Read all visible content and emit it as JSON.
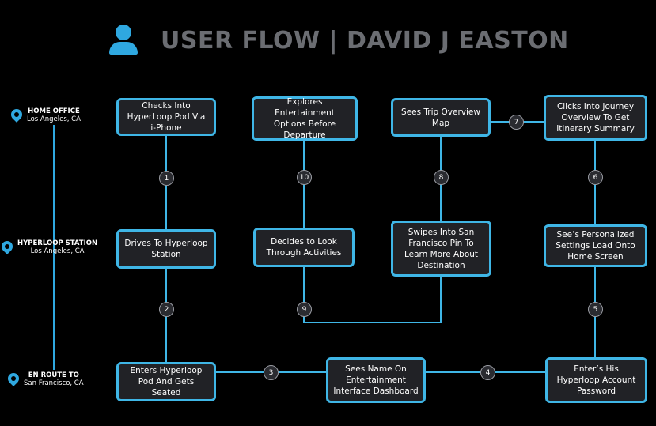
{
  "header": {
    "title": "USER FLOW | DAVID J EASTON",
    "icon": "user-icon"
  },
  "colors": {
    "accent": "#2fa8e0",
    "background": "#000000",
    "node_fill": "#212226",
    "title": "#6b6d72"
  },
  "locations": [
    {
      "name": "HOME OFFICE",
      "sub": "Los Angeles, CA"
    },
    {
      "name": "HYPERLOOP STATION",
      "sub": "Los Angeles, CA"
    },
    {
      "name": "EN ROUTE TO",
      "sub": "San Francisco, CA"
    }
  ],
  "nodes": {
    "checks_in": "Checks Into HyperLoop Pod Via i-Phone",
    "drives": "Drives To Hyperloop Station",
    "enters": "Enters Hyperloop Pod And Gets Seated",
    "explores": "Explores Entertainment Options Before Departure",
    "decides": "Decides to Look Through Activities",
    "trip_overview": "Sees Trip Overview Map",
    "swipes": "Swipes Into San Francisco Pin To Learn More About Destination",
    "clicks_journey": "Clicks Into Journey Overview To Get Itinerary Summary",
    "personalized": "See’s Personalized Settings Load Onto Home Screen",
    "sees_name": "Sees Name On Entertainment Interface Dashboard",
    "enters_account": "Enter’s His Hyperloop Account Password"
  },
  "steps": [
    "1",
    "2",
    "3",
    "4",
    "5",
    "6",
    "7",
    "8",
    "9",
    "10"
  ]
}
